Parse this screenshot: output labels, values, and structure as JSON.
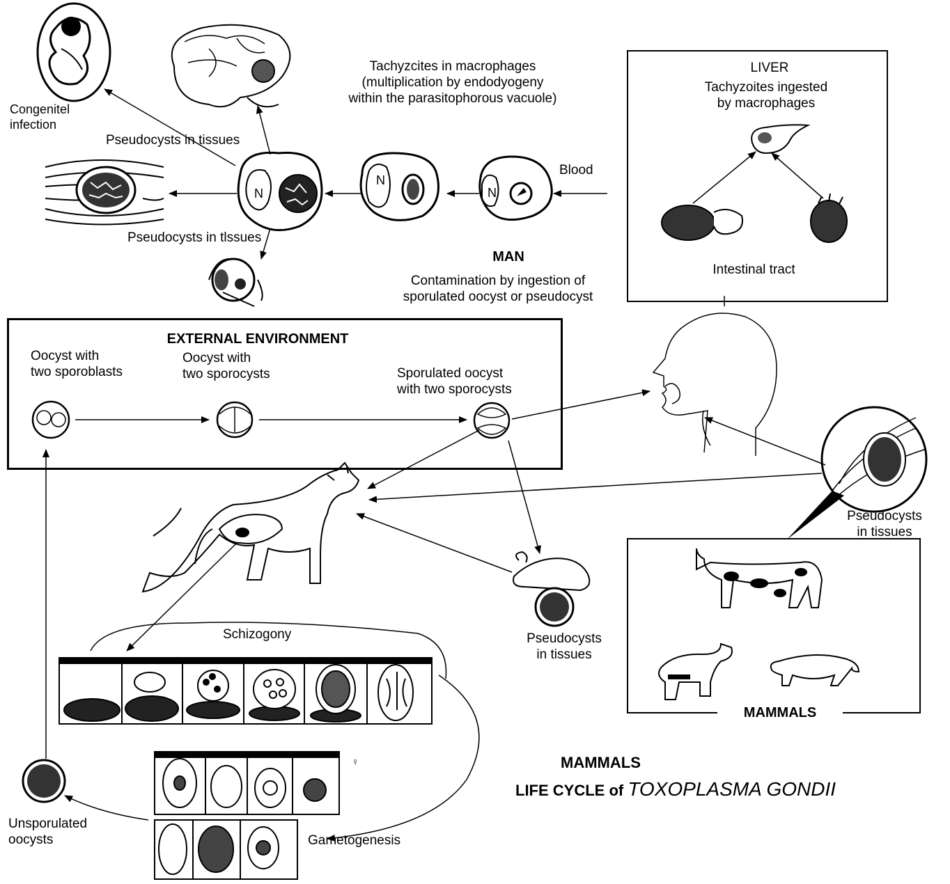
{
  "title": {
    "line1": "MAMMALS",
    "line2_prefix": "LIFE CYCLE of ",
    "line2_species": "TOXOPLASMA GONDII"
  },
  "man": {
    "heading": "MAN",
    "contamination": "Contamination by ingestion of\nsporulated oocyst or pseudocyst",
    "blood": "Blood",
    "tachyzoites_macrophages": "Tachyzcites in macrophages\n(multiplication by endodyogeny\nwithin the parasitophorous vacuole)",
    "congenital": "Congenitel\ninfection",
    "pseudocysts_upper": "Pseudocysts in tissues",
    "pseudocysts_lower": "Pseudocysts in tlssues",
    "nucleus_letter": "N"
  },
  "liver": {
    "heading": "LIVER",
    "text": "Tachyzoites ingested\nby macrophages",
    "intestinal": "Intestinal tract"
  },
  "external": {
    "heading": "EXTERNAL ENVIRONMENT",
    "oocyst_sporoblasts": "Oocyst with\ntwo sporoblasts",
    "oocyst_sporocysts": "Oocyst with\ntwo sporocysts",
    "sporulated": "Sporulated oocyst\nwith two sporocysts"
  },
  "mammals": {
    "heading": "MAMMALS",
    "pseudocysts": "Pseudocysts\nin tissues"
  },
  "rodent": {
    "pseudocysts": "Pseudocysts\nin tissues"
  },
  "cat": {
    "schizogony": "Schizogony",
    "gametogenesis": "Gametogenesis",
    "unsporulated": "Unsporulated\noocysts",
    "female_symbol": "♀"
  },
  "icons": [
    "fetus-icon",
    "brain-icon",
    "macrophage-icon",
    "muscle-fiber-icon",
    "eye-icon",
    "human-head-icon",
    "cat-icon",
    "mouse-icon",
    "cow-icon",
    "sheep-icon",
    "pig-icon",
    "oocyst-icon",
    "intestinal-cell-icon"
  ]
}
